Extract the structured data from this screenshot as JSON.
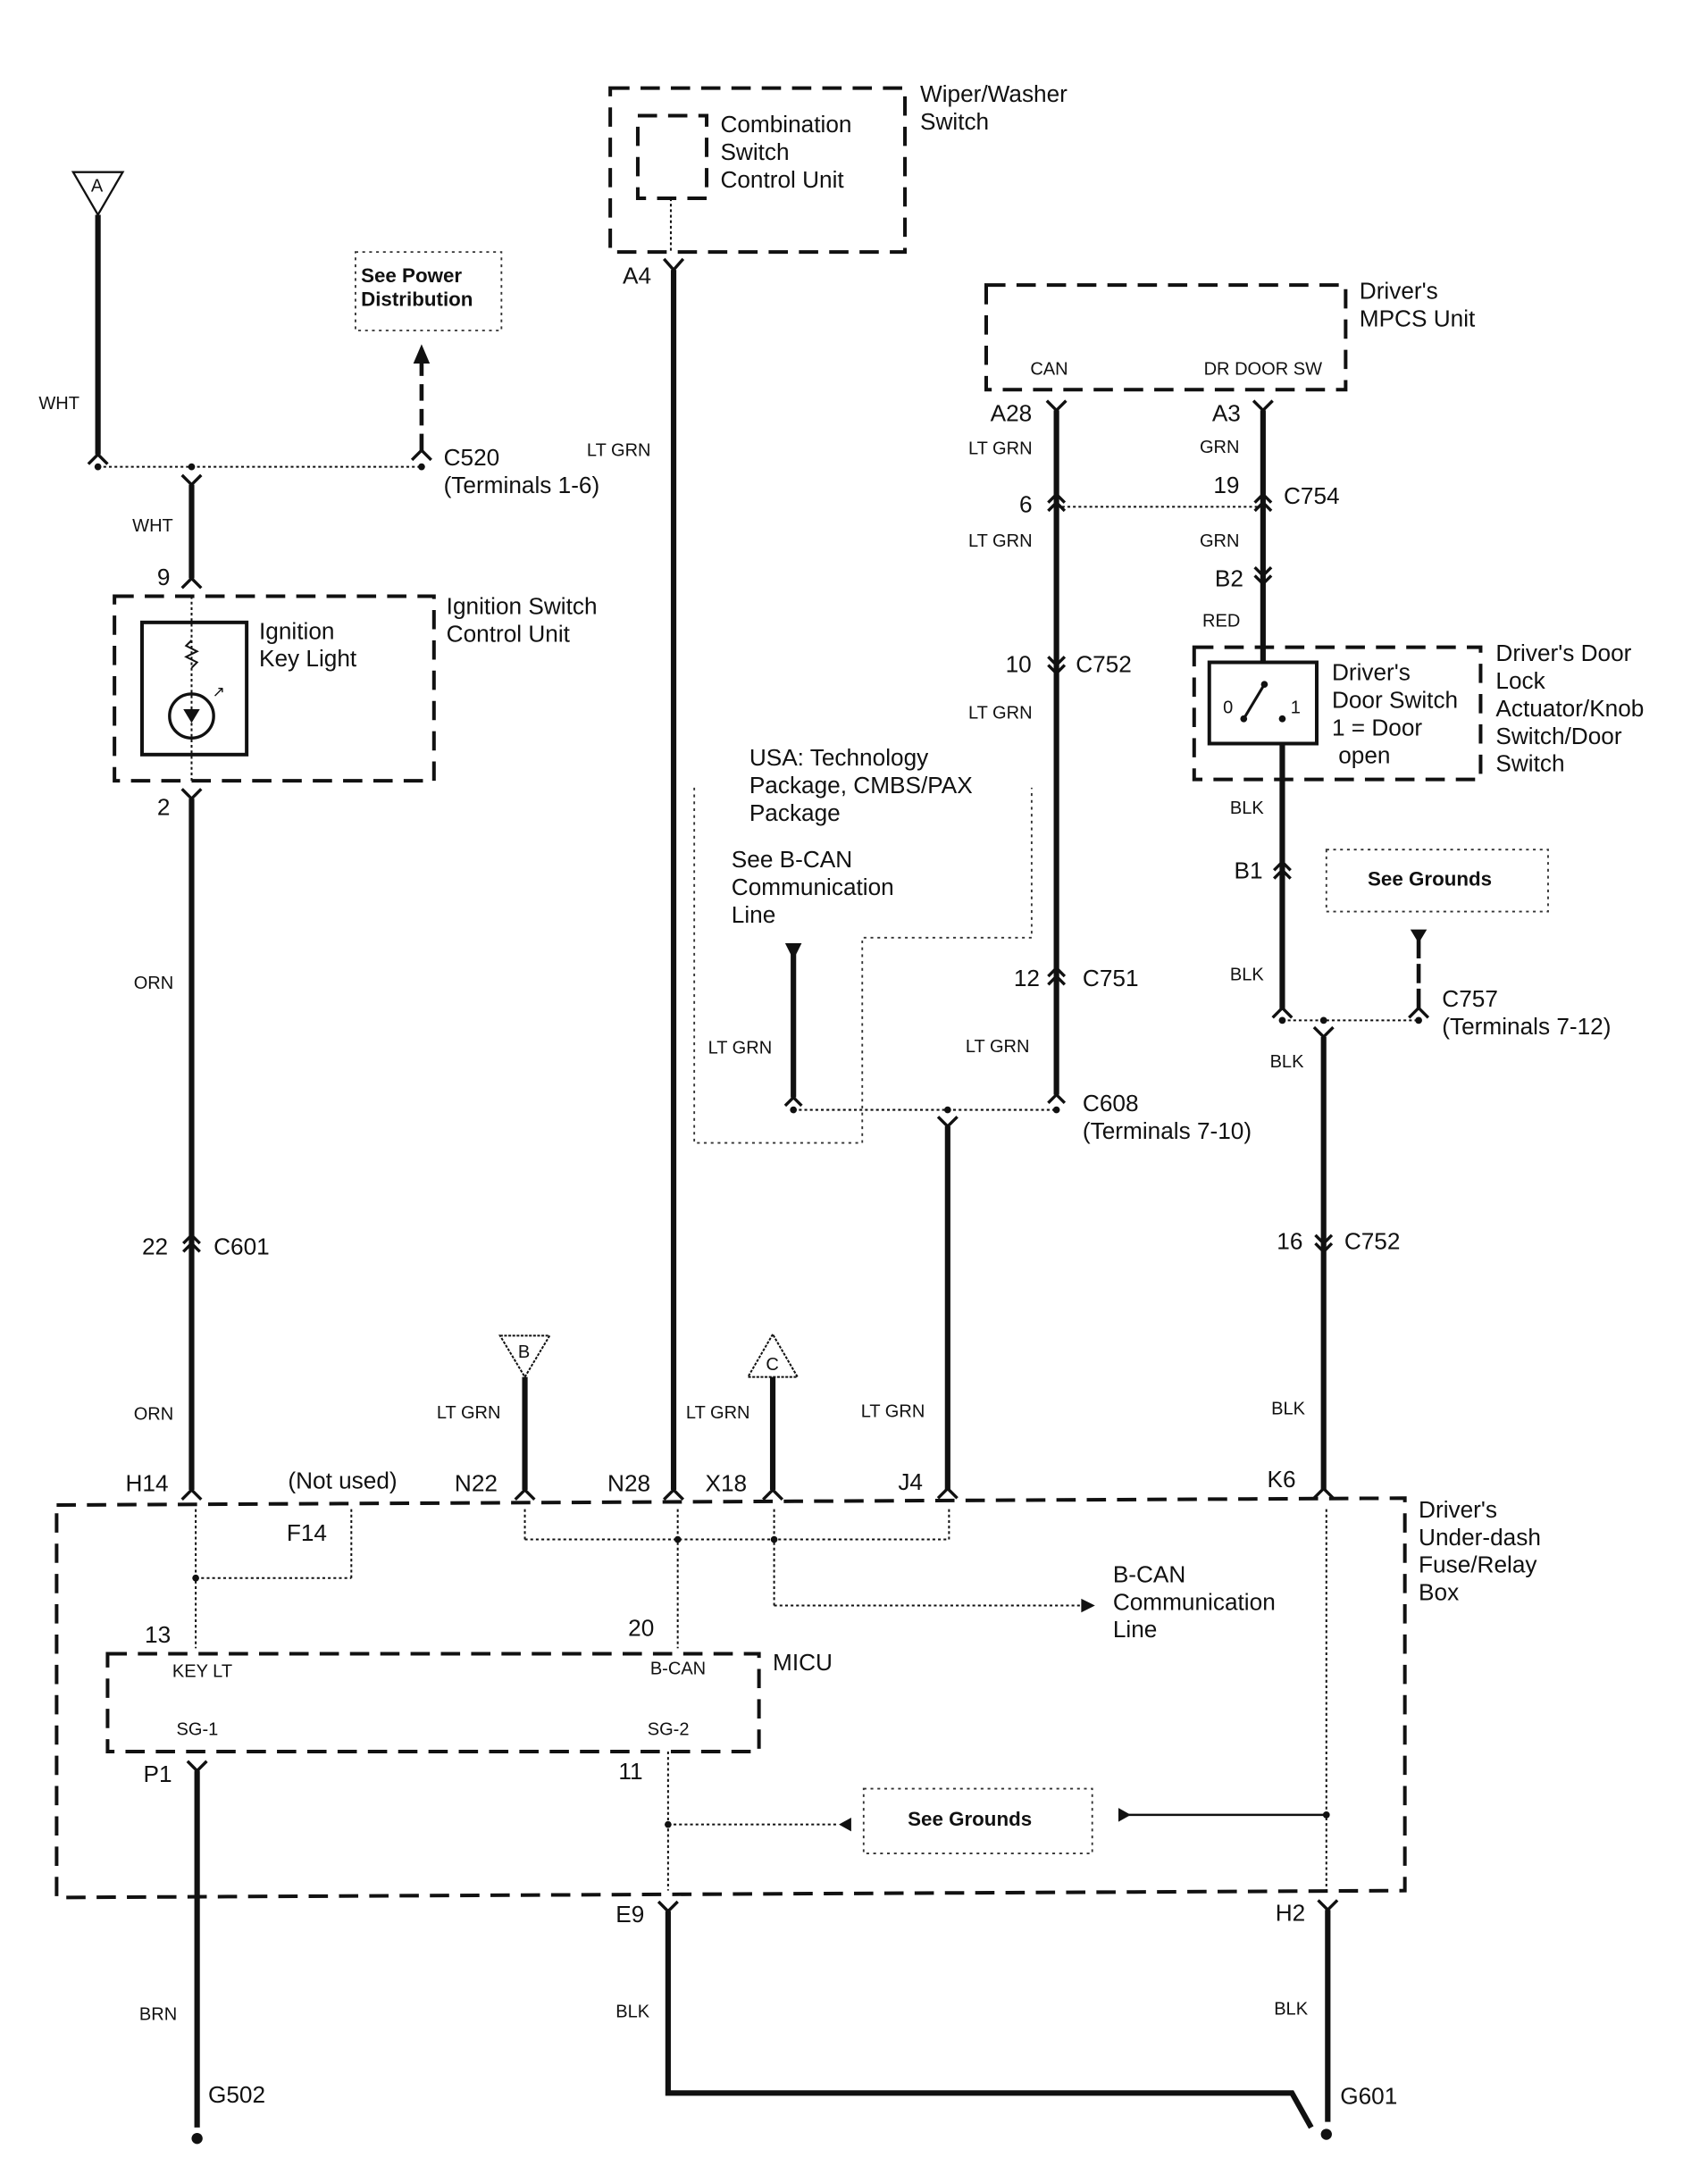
{
  "diagram": {
    "components": {
      "wiper_washer_switch": "Wiper/Washer\nSwitch",
      "combination_switch_control_unit": "Combination\nSwitch\nControl Unit",
      "see_power_distribution": "See Power\nDistribution",
      "drivers_mpcs_unit": "Driver's\nMPCS Unit",
      "mpcs_pin_can": "CAN",
      "mpcs_pin_dr_door_sw": "DR DOOR SW",
      "ignition_switch_control_unit": "Ignition Switch\nControl Unit",
      "ignition_key_light": "Ignition\nKey Light",
      "drivers_door_lock_actuator": "Driver's Door\nLock\nActuator/Knob\nSwitch/Door\nSwitch",
      "drivers_door_switch": "Driver's\nDoor Switch\n1 = Door\n     open",
      "switch_pos_0": "0",
      "switch_pos_1": "1",
      "usa_tech_package": "USA: Technology\nPackage, CMBS/PAX\nPackage",
      "see_bcan_line": "See B-CAN\nCommunication\nLine",
      "see_grounds_top": "See Grounds",
      "see_grounds_bottom": "See Grounds",
      "bcan_communication_line": "B-CAN\nCommunication\nLine",
      "under_dash_fuse_box": "Driver's\nUnder-dash\nFuse/Relay\nBox",
      "micu": "MICU",
      "micu_pin_key_lt": "KEY LT",
      "micu_pin_bcan": "B-CAN",
      "micu_pin_sg1": "SG-1",
      "micu_pin_sg2": "SG-2",
      "not_used": "(Not used)"
    },
    "off_page_refs": [
      "A",
      "B",
      "C"
    ],
    "connectors": {
      "c520": "C520\n(Terminals 1-6)",
      "c754": "C754",
      "c752_top": "C752",
      "c751": "C751",
      "c608": "C608\n(Terminals 7-10)",
      "c757": "C757\n(Terminals 7-12)",
      "c752_right": "C752",
      "c601": "C601"
    },
    "pins": {
      "a4": "A4",
      "a28": "A28",
      "a3": "A3",
      "p6": "6",
      "p19": "19",
      "b2": "B2",
      "p10": "10",
      "p12": "12",
      "b1": "B1",
      "p16": "16",
      "p9": "9",
      "p2": "2",
      "p22": "22",
      "h14": "H14",
      "f14": "F14",
      "n22": "N22",
      "n28": "N28",
      "x18": "X18",
      "j4": "J4",
      "k6": "K6",
      "p13": "13",
      "p20": "20",
      "p1": "P1",
      "p11": "11",
      "e9": "E9",
      "h2": "H2"
    },
    "grounds": {
      "g502": "G502",
      "g601": "G601"
    },
    "wire_colors": {
      "wht_a": "WHT",
      "wht_b": "WHT",
      "lt_grn_a4": "LT GRN",
      "lt_grn_a28": "LT GRN",
      "grn_a3": "GRN",
      "lt_grn_6": "LT GRN",
      "grn_19": "GRN",
      "red_b2": "RED",
      "lt_grn_10": "LT GRN",
      "blk_switch": "BLK",
      "blk_b1": "BLK",
      "blk_c757": "BLK",
      "lt_grn_bcan": "LT GRN",
      "lt_grn_c751": "LT GRN",
      "orn_2": "ORN",
      "orn_c601": "ORN",
      "lt_grn_n22": "LT GRN",
      "lt_grn_n28": "LT GRN",
      "lt_grn_j4": "LT GRN",
      "blk_k6": "BLK",
      "brn_p1": "BRN",
      "blk_e9": "BLK",
      "blk_h2": "BLK"
    }
  }
}
